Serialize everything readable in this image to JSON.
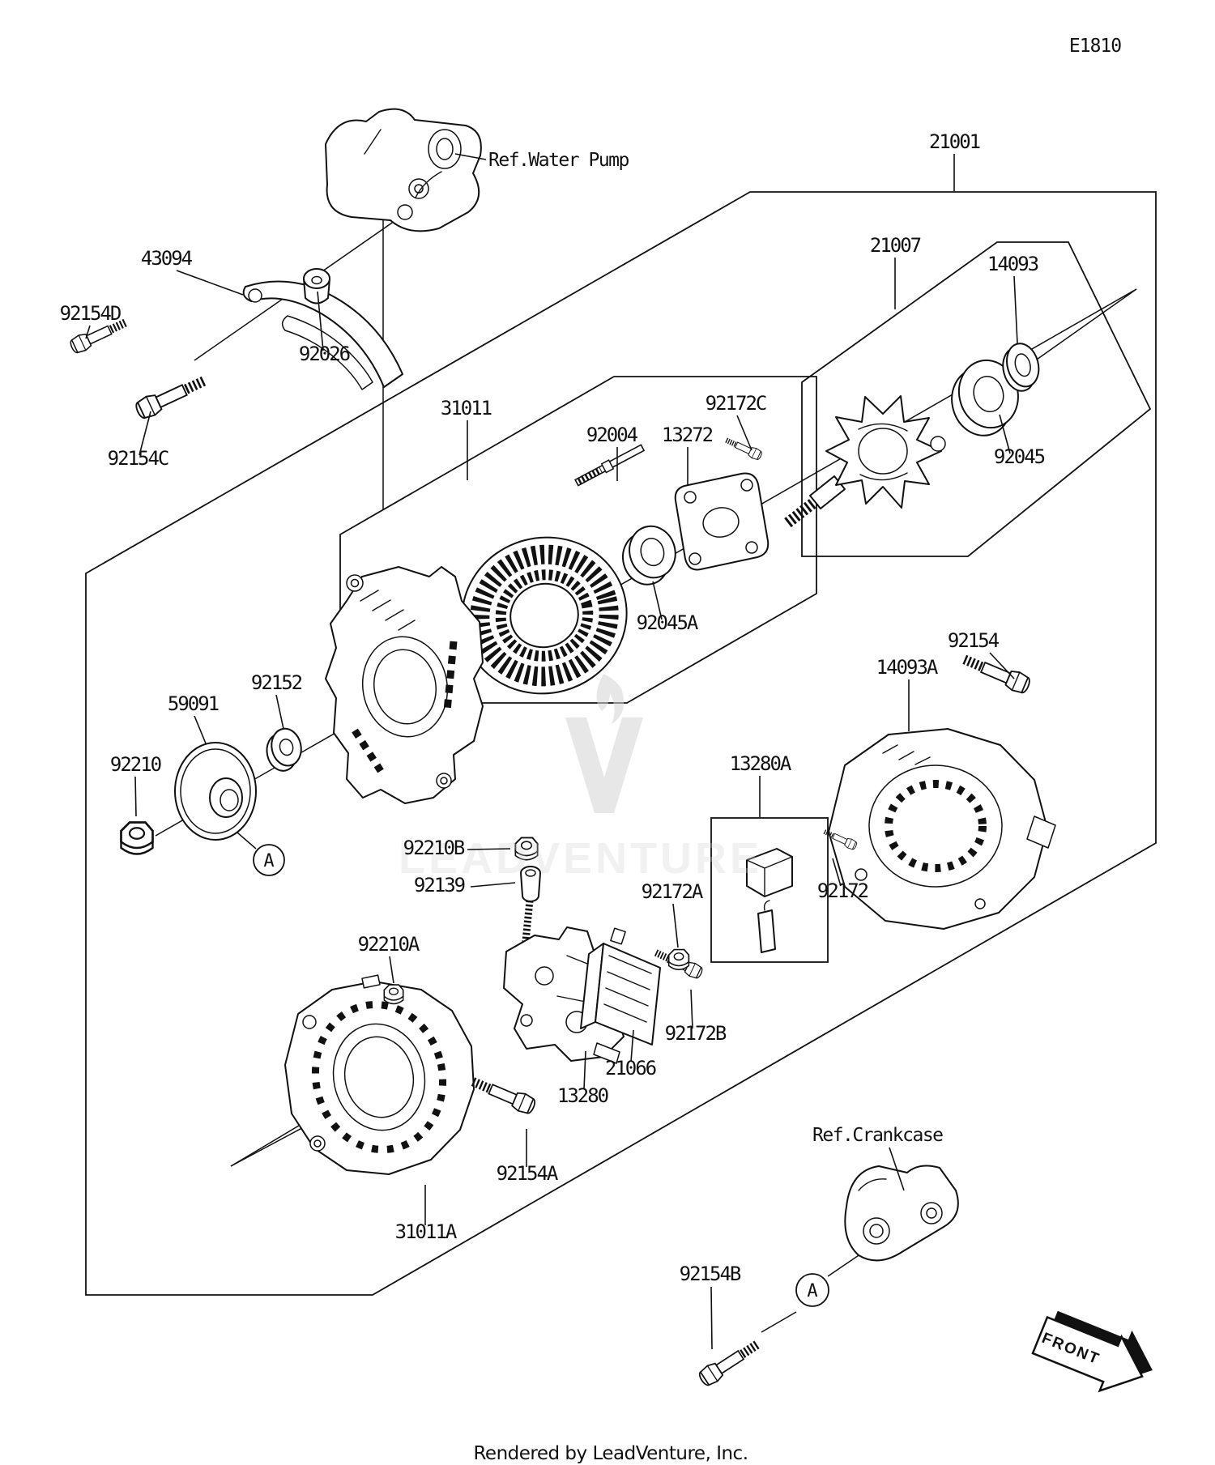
{
  "page": {
    "background": "#ffffff",
    "line_color": "#111111",
    "watermark_color": "#cfcfcf"
  },
  "header": {
    "diagram_code": "E1810"
  },
  "footer": {
    "credit": "Rendered by LeadVenture, Inc."
  },
  "watermark": {
    "text": "LEADVENTURE"
  },
  "orientation": {
    "front_label": "FRONT"
  },
  "view_markers": [
    {
      "label": "A"
    },
    {
      "label": "A"
    }
  ],
  "ref_callouts": [
    {
      "text": "Ref.Water Pump"
    },
    {
      "text": "Ref.Crankcase"
    }
  ],
  "part_callouts": [
    {
      "part_number": "21001"
    },
    {
      "part_number": "21007"
    },
    {
      "part_number": "14093"
    },
    {
      "part_number": "92045"
    },
    {
      "part_number": "43094"
    },
    {
      "part_number": "92154D"
    },
    {
      "part_number": "92026"
    },
    {
      "part_number": "92154C"
    },
    {
      "part_number": "31011"
    },
    {
      "part_number": "92004"
    },
    {
      "part_number": "13272"
    },
    {
      "part_number": "92172C"
    },
    {
      "part_number": "92045A"
    },
    {
      "part_number": "92154"
    },
    {
      "part_number": "14093A"
    },
    {
      "part_number": "92152"
    },
    {
      "part_number": "59091"
    },
    {
      "part_number": "92210"
    },
    {
      "part_number": "13280A"
    },
    {
      "part_number": "92210B"
    },
    {
      "part_number": "92139"
    },
    {
      "part_number": "92172A"
    },
    {
      "part_number": "92172"
    },
    {
      "part_number": "92210A"
    },
    {
      "part_number": "92172B"
    },
    {
      "part_number": "21066"
    },
    {
      "part_number": "13280"
    },
    {
      "part_number": "92154A"
    },
    {
      "part_number": "31011A"
    },
    {
      "part_number": "92154B"
    }
  ]
}
